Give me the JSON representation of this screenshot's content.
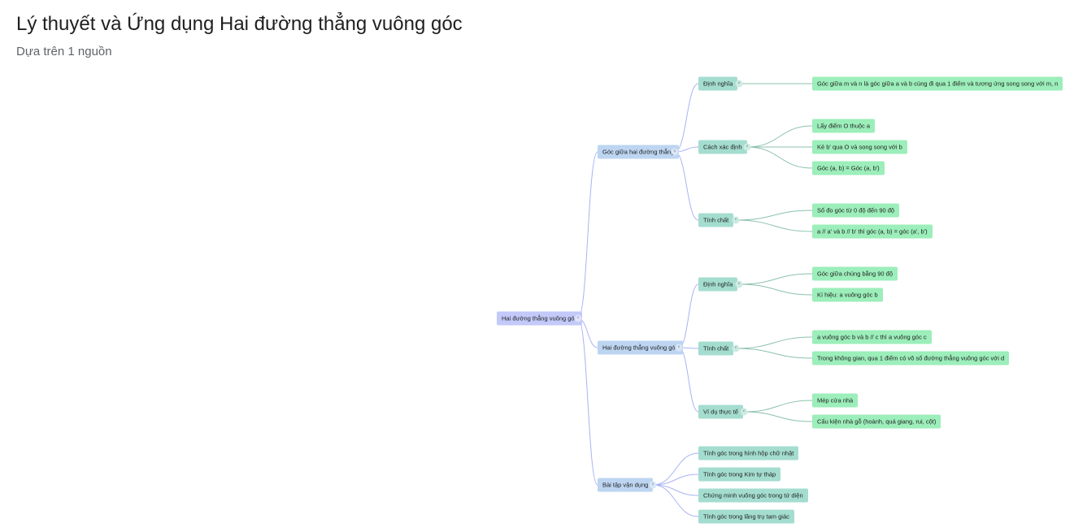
{
  "header": {
    "title": "Lý thuyết và Ứng dụng Hai đường thẳng vuông góc",
    "subtitle": "Dựa trên 1 nguồn"
  },
  "mindmap": {
    "root": "Hai đường thẳng vuông góc",
    "collapse_icon": "‹",
    "branches": [
      {
        "label": "Góc giữa hai đường thẳng",
        "children": [
          {
            "label": "Định nghĩa",
            "children": [
              "Góc giữa m và n là góc giữa a và b cùng đi qua 1 điểm và tương ứng song song với m, n"
            ]
          },
          {
            "label": "Cách xác định",
            "children": [
              "Lấy điểm O thuộc a",
              "Kẻ b' qua O và song song với b",
              "Góc (a, b) = Góc (a, b')"
            ]
          },
          {
            "label": "Tính chất",
            "children": [
              "Số đo góc từ 0 độ đến 90 độ",
              "a // a' và b // b' thì góc (a, b) = góc (a', b')"
            ]
          }
        ]
      },
      {
        "label": "Hai đường thẳng vuông góc",
        "children": [
          {
            "label": "Định nghĩa",
            "children": [
              "Góc giữa chúng bằng 90 độ",
              "Kí hiệu: a vuông góc b"
            ]
          },
          {
            "label": "Tính chất",
            "children": [
              "a vuông góc b và b // c thì a vuông góc c",
              "Trong không gian, qua 1 điểm có vô số đường thẳng vuông góc với d"
            ]
          },
          {
            "label": "Ví dụ thực tế",
            "children": [
              "Mép cửa nhà",
              "Cấu kiện nhà gỗ (hoành, quá giang, rui, cột)"
            ]
          }
        ]
      },
      {
        "label": "Bài tập vận dụng",
        "children": [
          {
            "label": "Tính góc trong hình hộp chữ nhật"
          },
          {
            "label": "Tính góc trong Kim tự tháp"
          },
          {
            "label": "Chứng minh vuông góc trong tứ diện"
          },
          {
            "label": "Tính góc trong lăng trụ tam giác"
          }
        ]
      }
    ]
  },
  "colors": {
    "root": "#c3c9f8",
    "level1": "#bdd5f1",
    "level2": "#a4ddcf",
    "level3": "#9ceeba",
    "link_blue": "#a9b4f3",
    "link_green": "#8cc0ad"
  }
}
